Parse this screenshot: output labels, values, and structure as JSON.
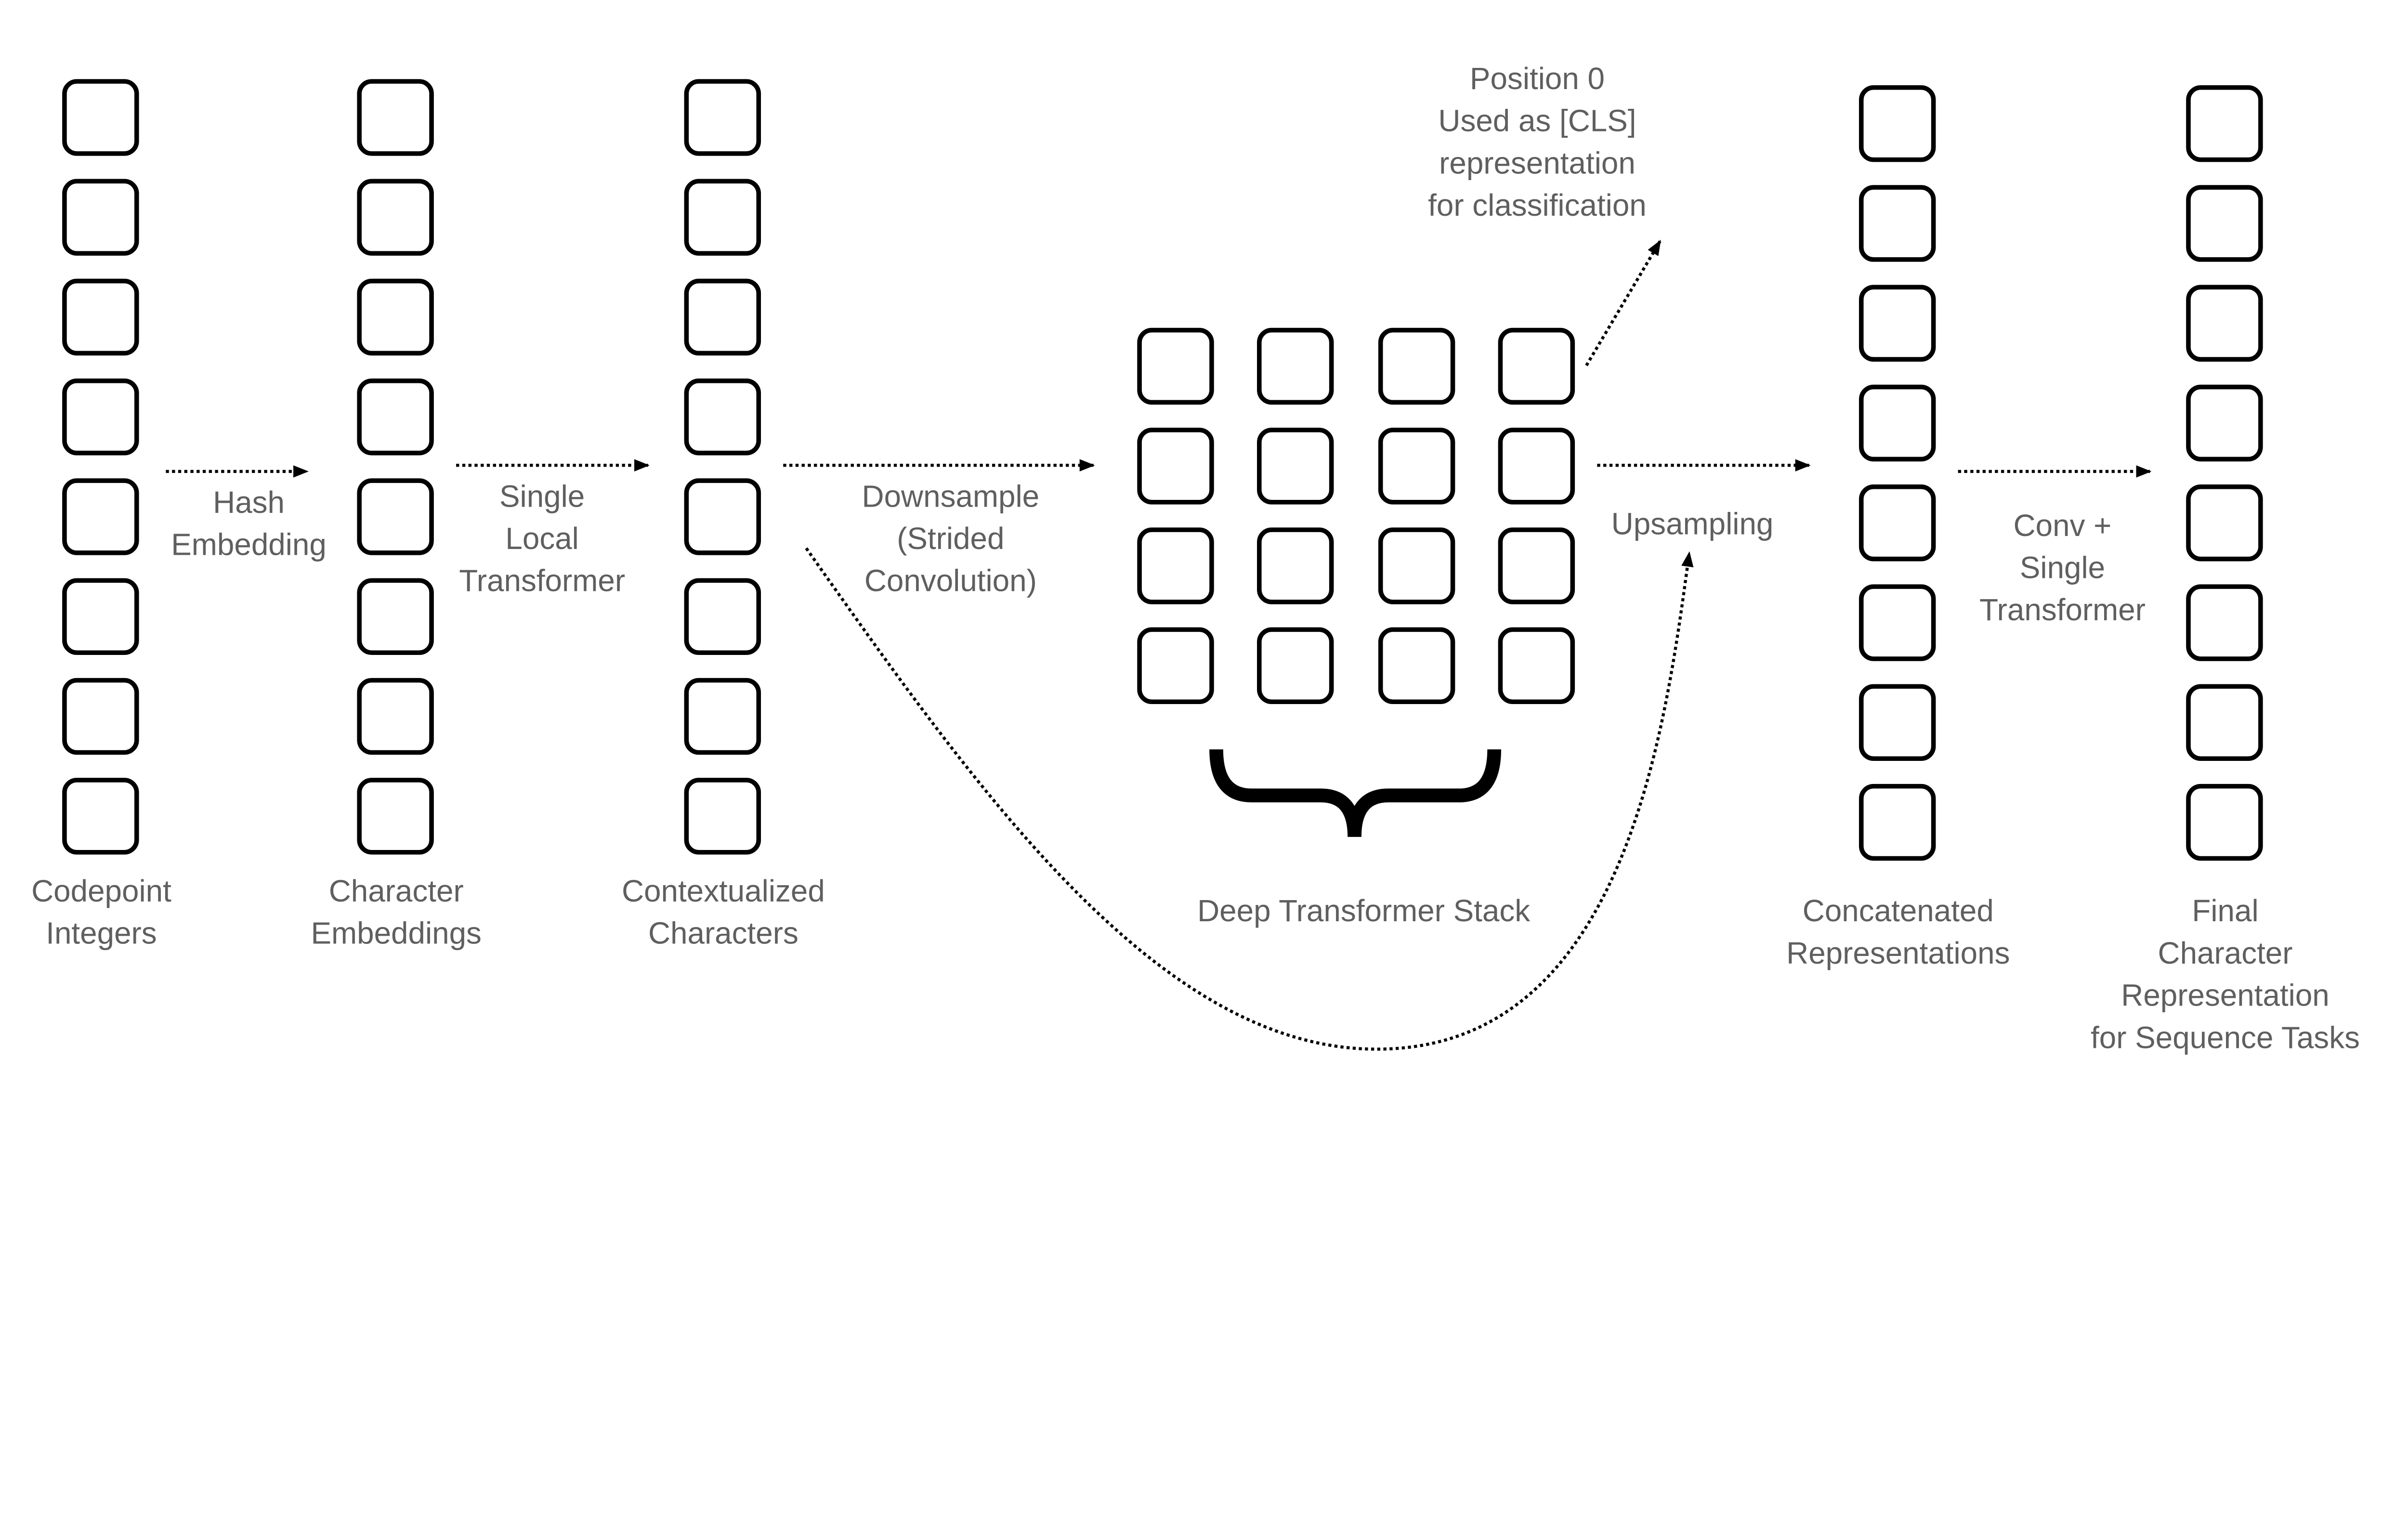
{
  "columns": [
    {
      "id": "codepoint",
      "label": [
        "Codepoint",
        "Integers"
      ]
    },
    {
      "id": "char-emb",
      "label": [
        "Character",
        "Embeddings"
      ]
    },
    {
      "id": "contextualized",
      "label": [
        "Contextualized",
        "Characters"
      ]
    },
    {
      "id": "concatenated",
      "label": [
        "Concatenated",
        "Representations"
      ]
    },
    {
      "id": "final",
      "label": [
        "Final",
        "Character",
        "Representation",
        "for Sequence Tasks"
      ]
    }
  ],
  "deep_stack": {
    "label": "Deep Transformer Stack"
  },
  "arrows": {
    "hash": [
      "Hash",
      "Embedding"
    ],
    "local": [
      "Single",
      "Local",
      "Transformer"
    ],
    "downsample": [
      "Downsample",
      "(Strided",
      "Convolution)"
    ],
    "upsampling": [
      "Upsampling"
    ],
    "conv": [
      "Conv +",
      "Single",
      "Transformer"
    ]
  },
  "cls_note": [
    "Position 0",
    "Used as [CLS]",
    "representation",
    "for classification"
  ],
  "colors": {
    "text": "#5f5f5f",
    "stroke": "#000000"
  }
}
